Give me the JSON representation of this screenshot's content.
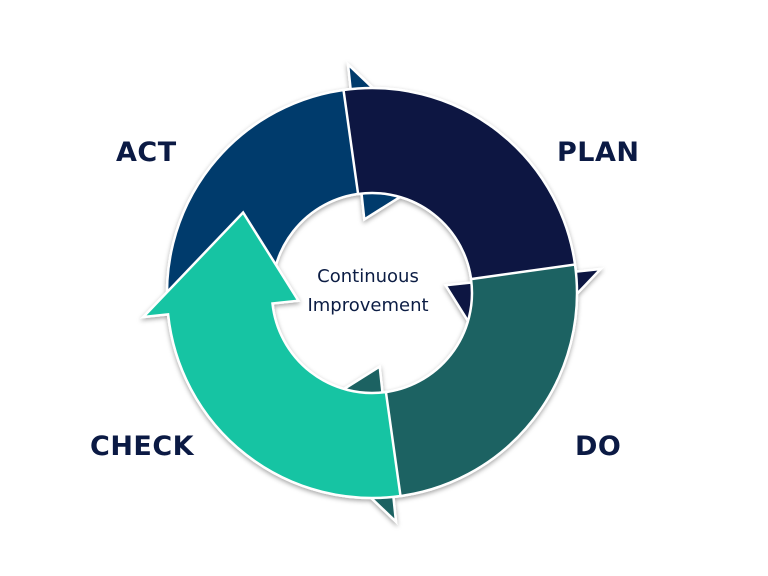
{
  "diagram": {
    "center": {
      "line1": "Continuous",
      "line2": "Improvement"
    },
    "stages": {
      "plan": {
        "label": "PLAN",
        "color": "#081942"
      },
      "do": {
        "label": "DO",
        "color": "#1b6262"
      },
      "check": {
        "label": "CHECK",
        "color": "#18c4a3"
      },
      "act": {
        "label": "ACT",
        "color": "#053b6c"
      }
    },
    "label_color": "#0b1a44",
    "text_color": "#0c1d44"
  }
}
